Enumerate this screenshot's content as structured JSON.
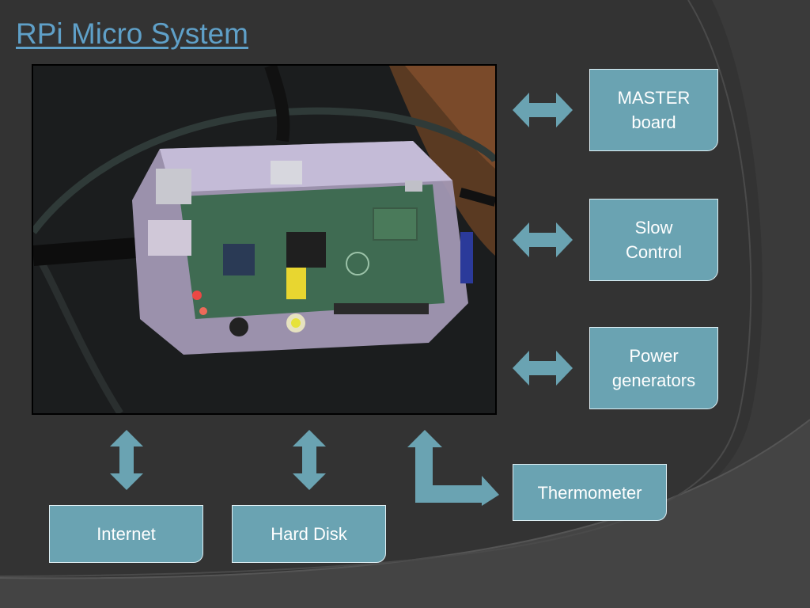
{
  "slide": {
    "title": "RPi Micro System"
  },
  "boxes": {
    "master": "MASTER\nboard",
    "slow_control": "Slow\nControl",
    "power": "Power\ngenerators",
    "thermometer": "Thermometer",
    "internet": "Internet",
    "hard_disk": "Hard Disk"
  },
  "colors": {
    "background": "#3a3a3a",
    "title": "#5fa0c8",
    "box_fill": "#6aa3b2",
    "box_border": "#dfeff4",
    "arrow_fill": "#6aa3b2",
    "text": "#ffffff"
  },
  "icons": {
    "double_arrow_horizontal": "left-right-arrow-icon",
    "double_arrow_vertical": "up-down-arrow-icon",
    "bent_arrow": "bent-up-right-arrow-icon"
  },
  "photo": {
    "subject": "raspberry-pi-board-in-clear-case"
  }
}
